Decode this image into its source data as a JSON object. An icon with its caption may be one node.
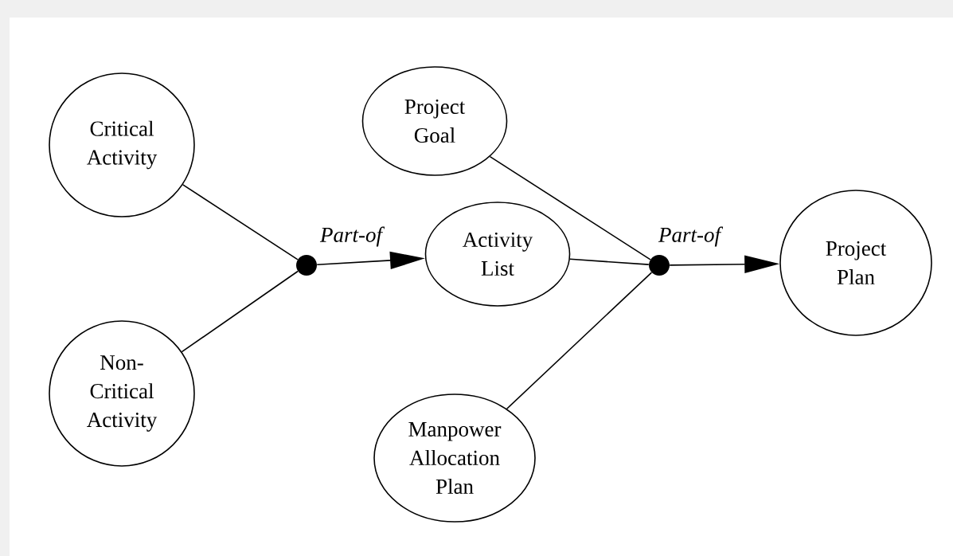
{
  "diagram": {
    "nodes": [
      {
        "text": [
          "Critical Activity"
        ]
      },
      {
        "text": [
          "Non-Critical Activity"
        ]
      },
      {
        "text": [],
        "shape": "dot"
      },
      {
        "text": [
          "Project Goal"
        ]
      },
      {
        "text": [
          "Activity List"
        ]
      },
      {
        "text": [
          "Manpower Allocation Plan"
        ]
      },
      {
        "text": [],
        "shape": "dot"
      },
      {
        "text": [
          "Project Plan"
        ]
      }
    ],
    "edges": [
      {
        "from": 0,
        "to": 2,
        "arrow": "none"
      },
      {
        "from": 1,
        "to": 2,
        "arrow": "none"
      },
      {
        "from": 2,
        "to": 4,
        "arrow": "to",
        "label": "Part-of"
      },
      {
        "from": 3,
        "to": 6,
        "arrow": "none"
      },
      {
        "from": 4,
        "to": 6,
        "arrow": "none"
      },
      {
        "from": 5,
        "to": 6,
        "arrow": "none"
      },
      {
        "from": 6,
        "to": 7,
        "arrow": "to",
        "label": "Part-of"
      }
    ]
  }
}
